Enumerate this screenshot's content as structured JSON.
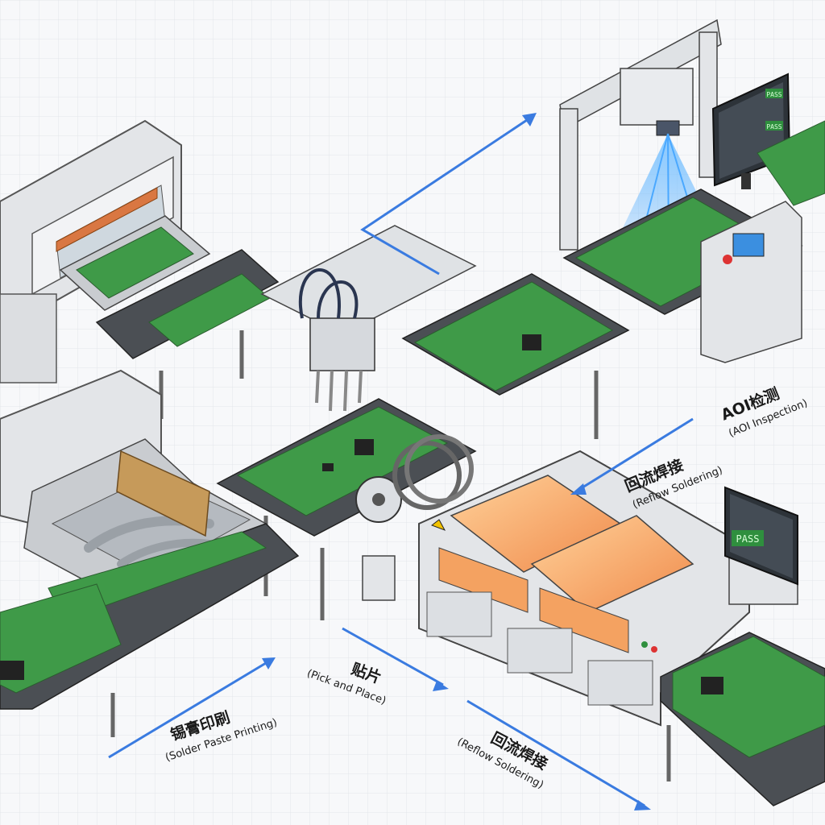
{
  "stages": {
    "printing": {
      "cn": "锡膏印刷",
      "en": "(Solder Paste Printing)"
    },
    "pick_place": {
      "cn": "贴片",
      "en": "(Pick and Place)"
    },
    "reflow_bottom": {
      "cn": "回流焊接",
      "en": "(Reflow Soldering)"
    },
    "reflow_right": {
      "cn": "回流焊接",
      "en": "(Reflow Soldering)"
    },
    "aoi": {
      "cn": "AOI检测",
      "en": "(AOI Inspection)"
    }
  },
  "monitors": {
    "aoi_tags": [
      "PASS",
      "PASS"
    ],
    "right_status": "PASS"
  },
  "colors": {
    "pcb": "#3f9a48",
    "arrow": "#3a7be0",
    "machine": "#e6e8eb",
    "oven_glow": "#f4a261",
    "scan_beam": "#4aa8ff"
  }
}
